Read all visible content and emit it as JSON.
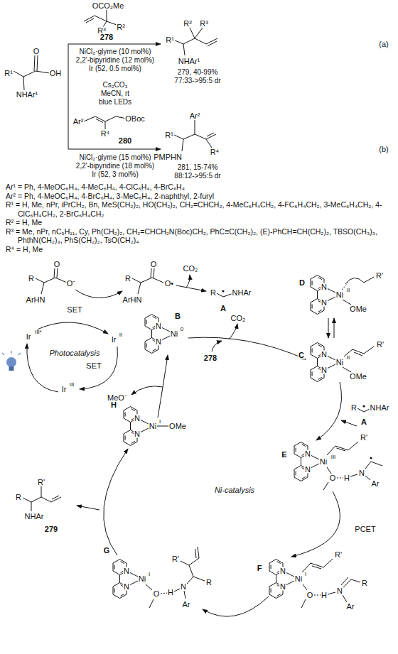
{
  "diagram": {
    "labels": [
      "O",
      "OH",
      "R¹",
      "NHAr¹",
      "OCO₂Me",
      "R³",
      "R²",
      "278",
      "NiCl₂·glyme (10 mol%)",
      "2,2'-bipyridine (12 mol%)",
      "Ir (52, 0.5 mol%)",
      "Cs₂CO₃",
      "MeCN, rt",
      "blue LEDs",
      "R²",
      "R³",
      "R¹",
      "NHAr¹",
      "279, 40-99%",
      "77:33->95:5 dr",
      "(a)",
      "Ar²",
      "R⁴",
      "OBoc",
      "280",
      "NiCl₂·glyme (15 mol%)",
      "2,2'-bipyridine (18 mol%)",
      "Ir (52, 3 mol%)",
      "Ar²",
      "R¹",
      "PMPHN",
      "R⁴",
      "281, 15-74%",
      "88:12->95:5 dr",
      "(b)",
      "Ar¹ = Ph, 4-MeOC₆H₄, 4-MeC₆H₄, 4-ClC₆H₄, 4-BrC₆H₄",
      "Ar² = Ph, 4-MeOC₆H₄, 4-BrC₆H₄, 3-MeC₆H₄, 2-naphthyl, 2-furyl",
      "R¹ = H, Me, nPr, iPrCH₂, Bn, MeS(CH₂)₂, HO(CH₂)₂, CH₂=CHCH₂, 4-MeC₆H₄CH₂, 4-FC₆H₄CH₂, 3-MeC₆H₄CH₂, 4-ClC₆H₄CH₂, 2-BrC₆H₄CH₂",
      "R² = H, Me",
      "R³ = Me, nPr, nC₅H₁₁, Cy, Ph(CH₂)₂, CH₂=CHCH₂N(Boc)CH₂, PhC≡C(CH₂)₂, (E)-PhCH=CH(CH₂)₂, TBSO(CH₃)₃, PhthN(CH₂)₃, PhS(CH₂)₂, TsO(CH₂)₄",
      "R⁴ = H, Me",
      "R",
      "O",
      "O⁻",
      "ArHN",
      "R",
      "O",
      "O•",
      "ArHN",
      "CO₂",
      "R",
      "NHAr",
      "A",
      "SET",
      "Ir",
      "III*",
      "Ir",
      "II",
      "Photocatalysis",
      "Ir",
      "III",
      "SET",
      "MeO⁻",
      "B",
      "N",
      "N",
      "Ni",
      "0",
      "CO₂",
      "278",
      "D",
      "N",
      "N",
      "Ni",
      "II",
      "OMe",
      "R'",
      "C",
      "N",
      "N",
      "Ni",
      "II",
      "OMe",
      "R'",
      "R",
      "NHAr",
      "A",
      "E",
      "N",
      "N",
      "Ni",
      "III",
      "O",
      "H",
      "N",
      "Ar",
      "R'",
      "PCET",
      "F",
      "N",
      "N",
      "Ni",
      "I",
      "O",
      "H",
      "N",
      "Ar",
      "R",
      "R'",
      "G",
      "N",
      "N",
      "Ni",
      "I",
      "O",
      "H",
      "N",
      "Ar",
      "R",
      "R'",
      "R",
      "R'",
      "NHAr",
      "279",
      "H",
      "N",
      "N",
      "Ni",
      "I",
      "OMe",
      "Ni-catalysis"
    ]
  }
}
